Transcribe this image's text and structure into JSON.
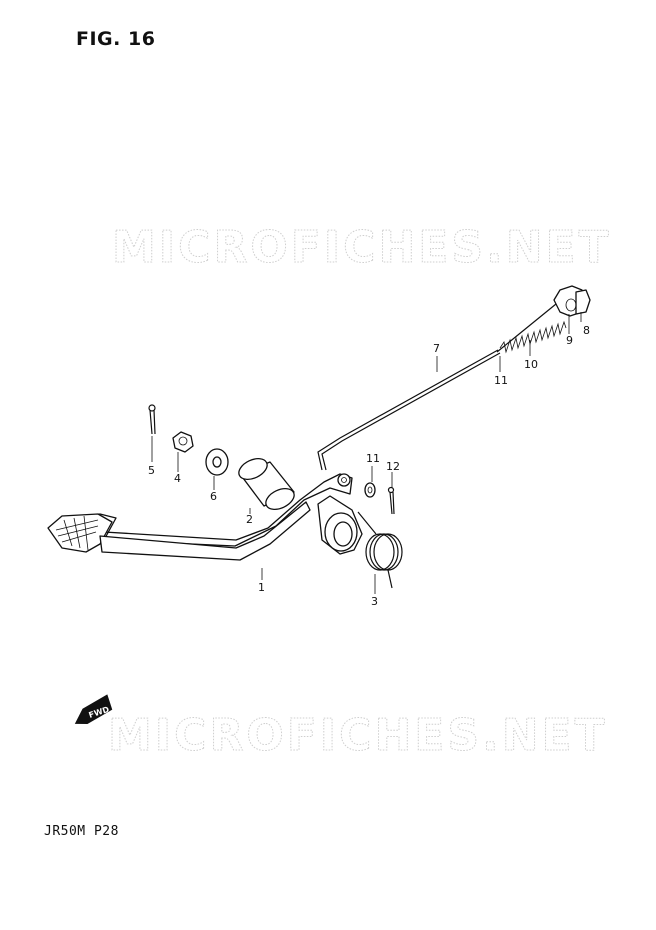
{
  "figure": {
    "title": "FIG. 16",
    "page_code": "JR50M  P28"
  },
  "watermark": {
    "text": "MICROFICHES.NET"
  },
  "fwd_badge": {
    "text": "FWD"
  },
  "callouts": [
    "1",
    "2",
    "3",
    "4",
    "5",
    "6",
    "7",
    "8",
    "9",
    "10",
    "11",
    "11",
    "12"
  ]
}
